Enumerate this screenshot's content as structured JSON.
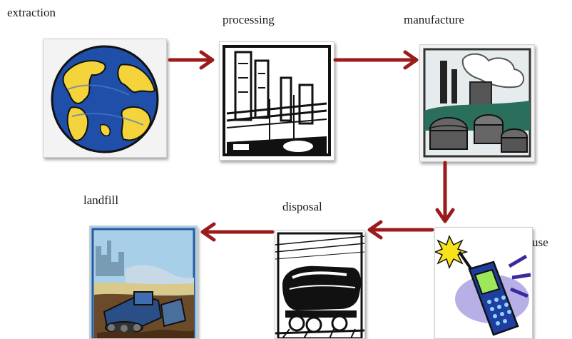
{
  "stages": {
    "extraction": {
      "label": "extraction",
      "icon": "globe-icon"
    },
    "processing": {
      "label": "processing",
      "icon": "refinery-icon"
    },
    "manufacture": {
      "label": "manufacture",
      "icon": "factory-icon"
    },
    "use": {
      "label": "use",
      "icon": "mobile-phone-icon"
    },
    "disposal": {
      "label": "disposal",
      "icon": "tanker-train-icon"
    },
    "landfill": {
      "label": "landfill",
      "icon": "bulldozer-landfill-icon"
    }
  },
  "colors": {
    "arrow": "#9b1b1b",
    "ocean": "#1f4fa8",
    "land": "#f5d33a",
    "sky": "#a8cfe8"
  }
}
